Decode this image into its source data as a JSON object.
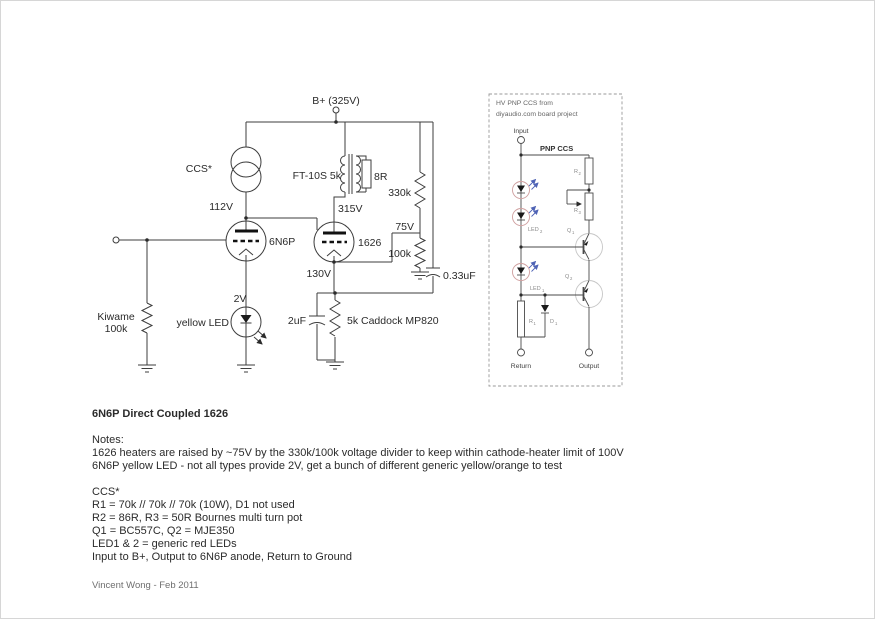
{
  "colors": {
    "wire": "#3d3d3d",
    "led_ring": "#cf9f9f",
    "emission_blue": "#4f63b5",
    "small_text": "#8a8a8a"
  },
  "schematic": {
    "b_plus": "B+ (325V)",
    "ccs": "CCS*",
    "xfmr": "FT-10S 5k",
    "load": "8R",
    "v112": "112V",
    "v315": "315V",
    "t6n6p": "6N6P",
    "t1626": "1626",
    "r330k": "330k",
    "v75": "75V",
    "r100k": "100k",
    "c033": "0.33uF",
    "v130": "130V",
    "v2": "2V",
    "yled": "yellow LED",
    "kiwame_name": "Kiwame",
    "kiwame_val": "100k",
    "c2": "2uF",
    "r5k": "5k Caddock MP820"
  },
  "ccs_panel": {
    "header1": "HV PNP CCS from",
    "header2": "diyaudio.com board project",
    "input": "Input",
    "title": "PNP CCS",
    "ret": "Return",
    "out": "Output",
    "r2b": "R",
    "r2s": "2",
    "r3b": "R",
    "r3s": "3",
    "q1b": "Q",
    "q1s": "1",
    "q2b": "Q",
    "q2s": "2",
    "led2b": "LED",
    "led2s": "2",
    "led1b": "LED",
    "led1s": "1",
    "r1b": "R",
    "r1s": "1",
    "d1b": "D",
    "d1s": "1"
  },
  "notes": {
    "title": "6N6P Direct Coupled 1626",
    "heading": "Notes:",
    "lines": [
      "1626 heaters are raised by ~75V by the 330k/100k voltage divider to keep within cathode-heater limit of 100V",
      "6N6P yellow LED - not all types provide 2V, get a bunch of different generic yellow/orange to test"
    ],
    "ccs_heading": "CCS*",
    "ccs_lines": [
      "R1 = 70k // 70k // 70k (10W), D1 not used",
      "R2 = 86R, R3 = 50R Bournes multi turn pot",
      "Q1 = BC557C, Q2 = MJE350",
      "LED1 & 2 = generic red LEDs",
      "Input to B+, Output to 6N6P anode, Return to Ground"
    ],
    "footer": "Vincent Wong - Feb 2011"
  }
}
